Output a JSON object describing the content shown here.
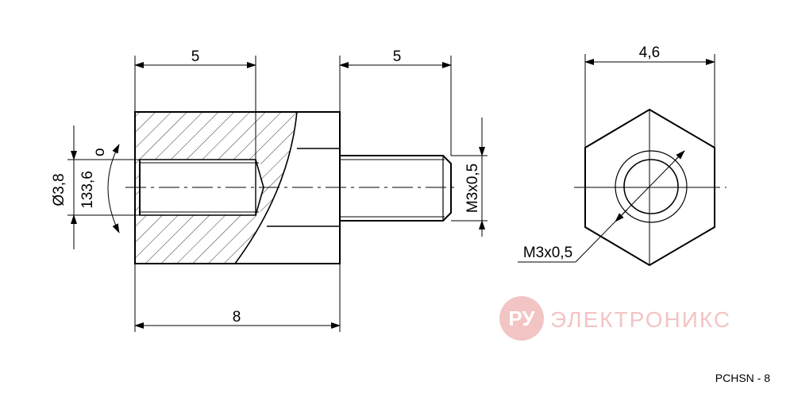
{
  "dimensions": {
    "left_length": "5",
    "stud_length": "5",
    "total_length": "8",
    "across_flats": "4,6",
    "hole_diameter": "Ø3,8",
    "angle": "133,6",
    "degree_mark": "o",
    "thread_side": "M3x0,5",
    "thread_front": "M3x0,5"
  },
  "watermark": {
    "text": "РУ ЭЛЕКТРОНИКС",
    "color": "#f2b8b8"
  },
  "part_code": "PCHSN - 8"
}
